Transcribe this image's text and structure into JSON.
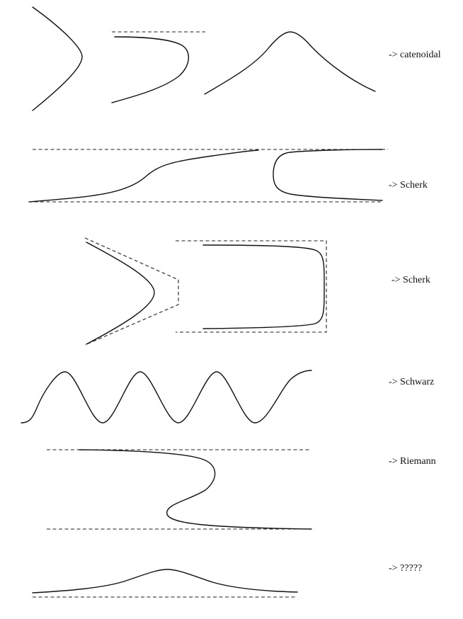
{
  "rows": [
    {
      "label": "-> catenoidal"
    },
    {
      "label": "-> Scherk"
    },
    {
      "label": "-> Scherk"
    },
    {
      "label": "-> Schwarz"
    },
    {
      "label": "-> Riemann"
    },
    {
      "label": "-> ?????"
    }
  ]
}
